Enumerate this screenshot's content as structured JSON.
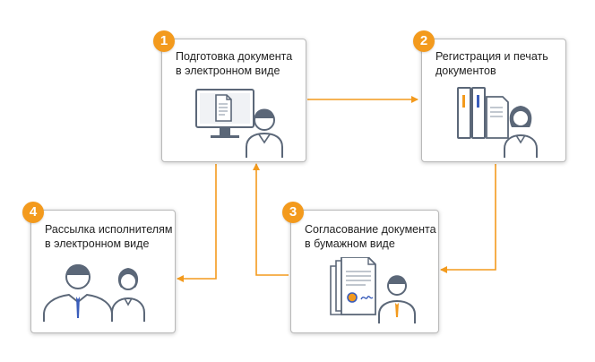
{
  "colors": {
    "accent": "#f39a1d",
    "arrow": "#f39a1d",
    "card_border": "#b9b9b9",
    "text": "#222222",
    "line_art": "#5b6778",
    "blue_accent": "#3a5dbb"
  },
  "steps": [
    {
      "number": "1",
      "title": "Подготовка документа\nв электронном виде",
      "icon": "computer-with-man-icon"
    },
    {
      "number": "2",
      "title": "Регистрация и печать\nдокументов",
      "icon": "binders-with-woman-icon"
    },
    {
      "number": "3",
      "title": "Согласование документа\nв бумажном виде",
      "icon": "signed-document-with-man-icon"
    },
    {
      "number": "4",
      "title": "Рассылка исполнителям\nв электронном виде",
      "icon": "two-people-icon"
    }
  ],
  "flow": [
    {
      "from": "1",
      "to": "2"
    },
    {
      "from": "2",
      "to": "3"
    },
    {
      "from": "3",
      "to": "1"
    },
    {
      "from": "1",
      "to": "4"
    }
  ]
}
